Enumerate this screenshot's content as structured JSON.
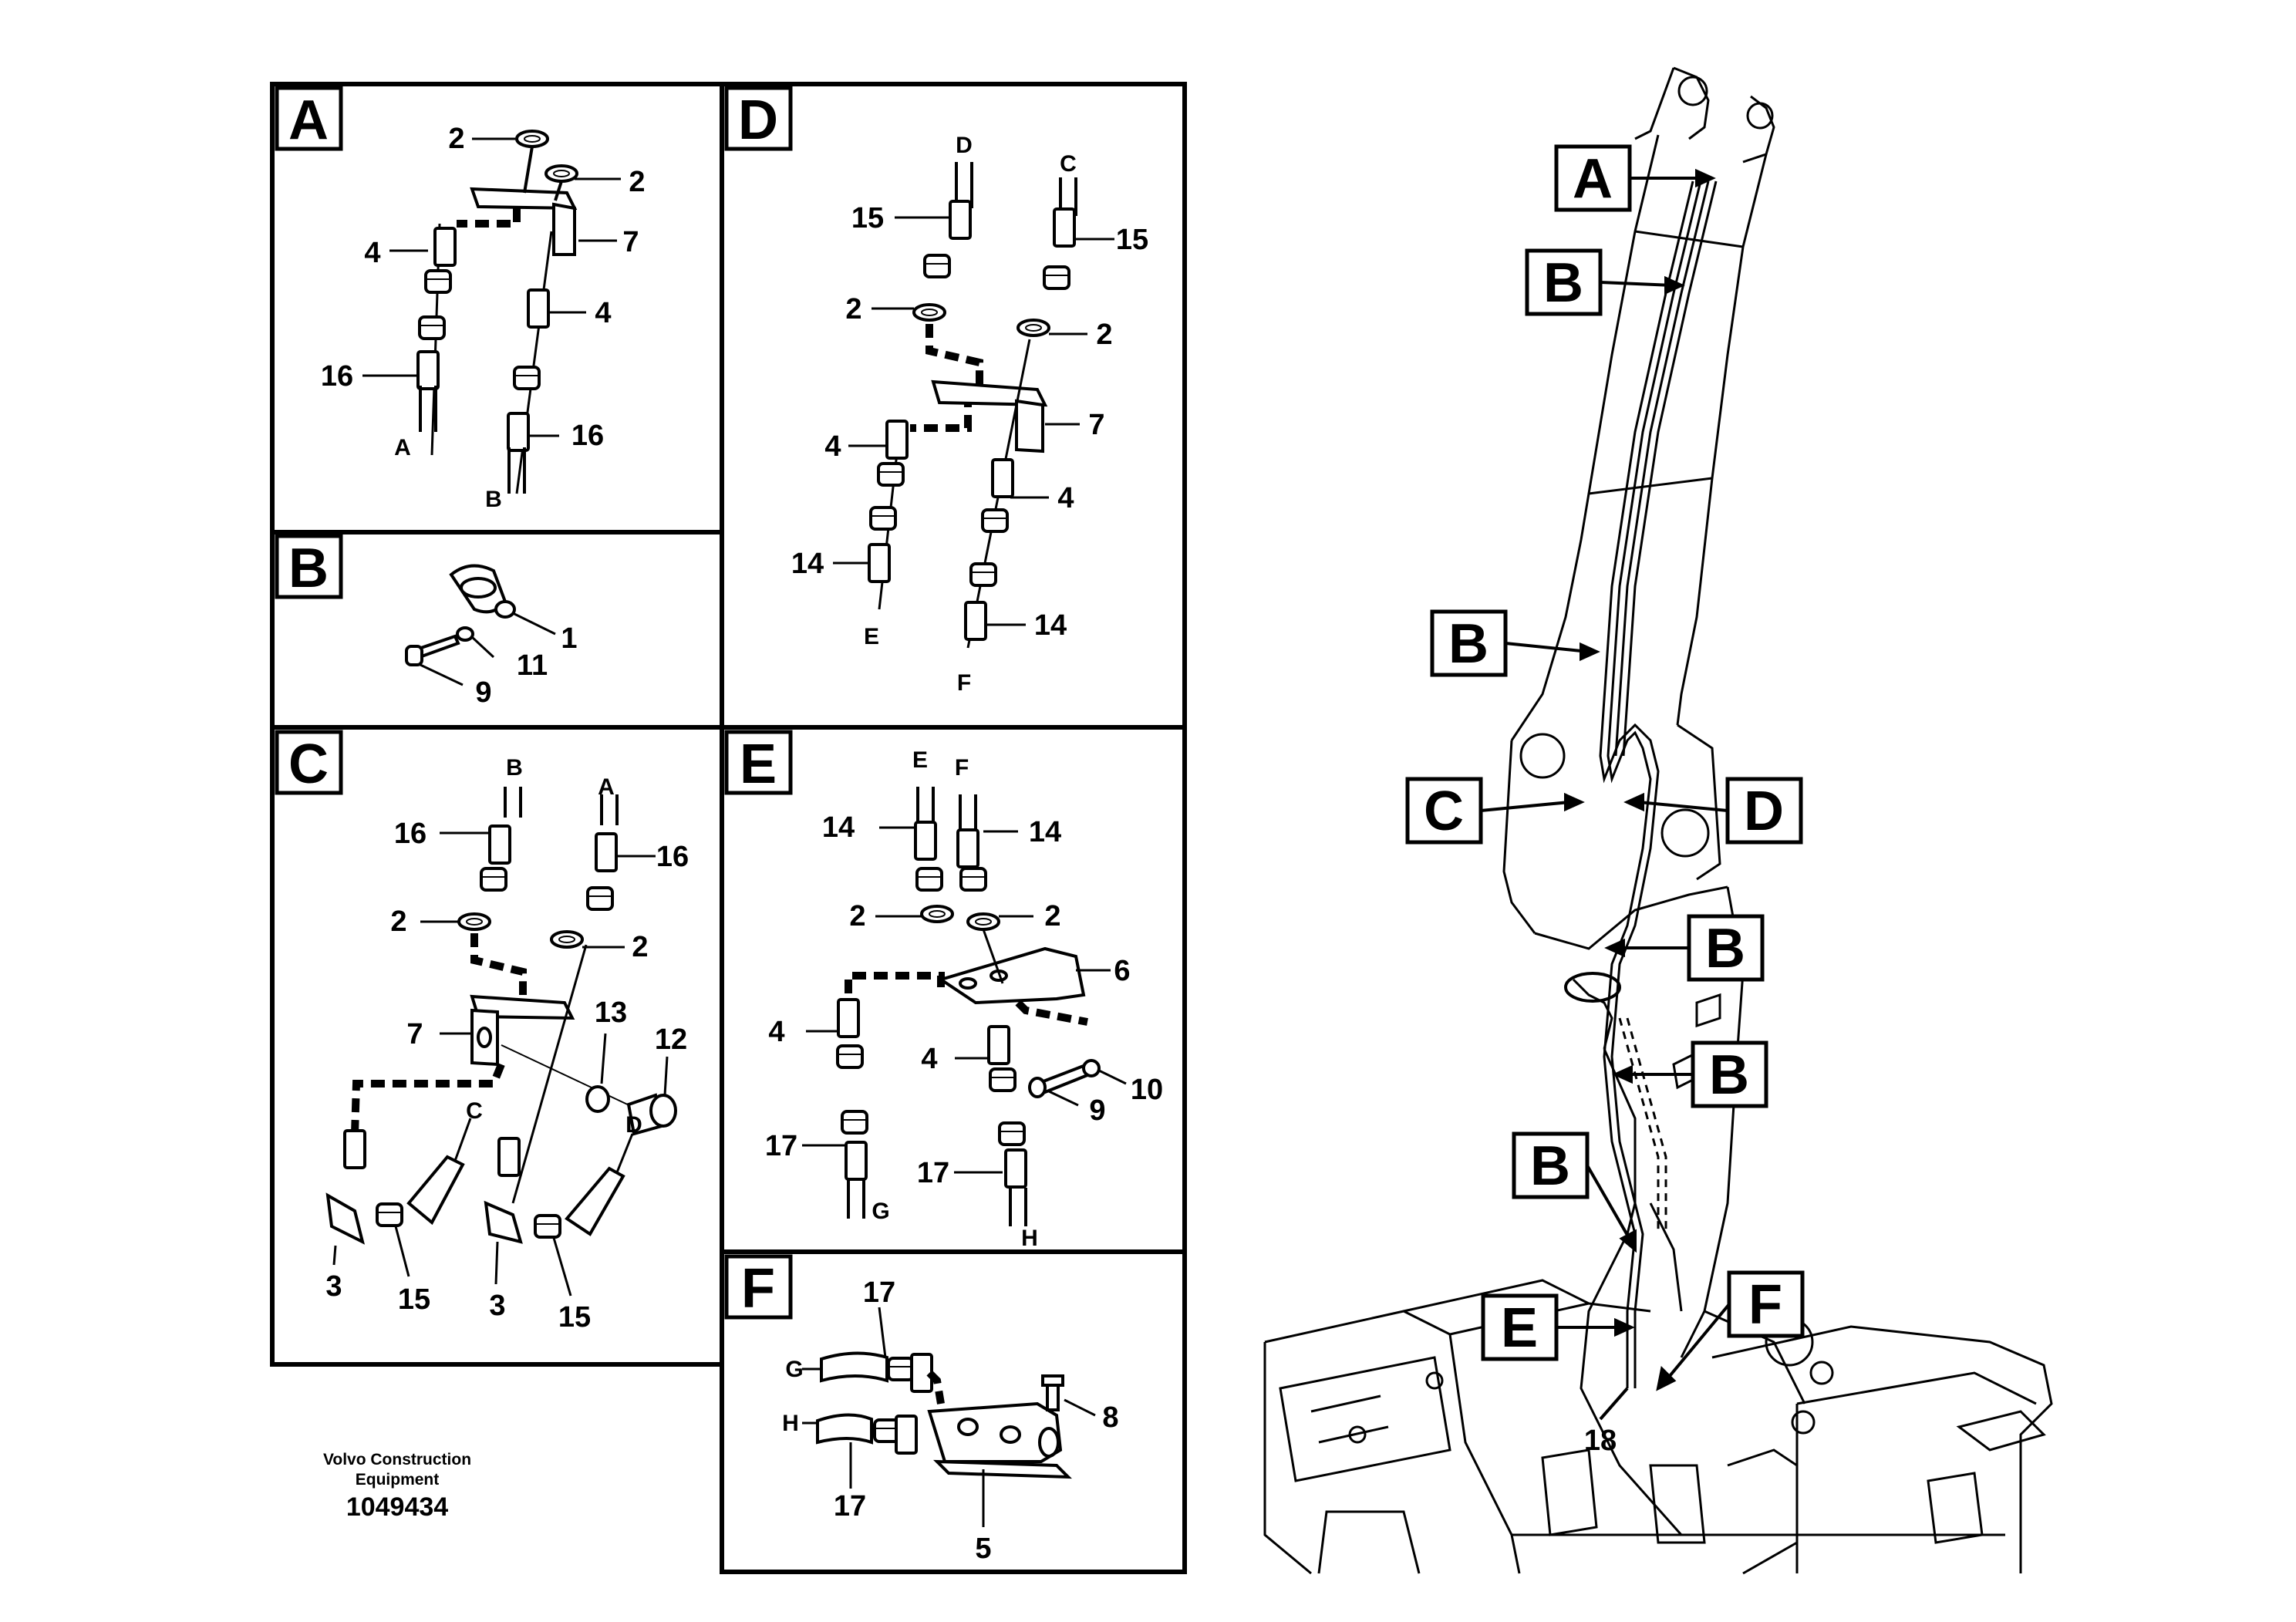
{
  "footer": {
    "caption": "Volvo Construction Equipment",
    "doc_number": "1049434"
  },
  "panels": {
    "A": {
      "label": "A",
      "callouts": [
        "2",
        "2",
        "7",
        "4",
        "4",
        "16",
        "16"
      ],
      "hose_ends": [
        "A",
        "B"
      ]
    },
    "B": {
      "label": "B",
      "callouts": [
        "1",
        "11",
        "9"
      ]
    },
    "C": {
      "label": "C",
      "callouts": [
        "16",
        "16",
        "2",
        "2",
        "7",
        "13",
        "12",
        "3",
        "15",
        "3",
        "15"
      ],
      "hose_ends": [
        "B",
        "A",
        "C",
        "D"
      ]
    },
    "D": {
      "label": "D",
      "callouts": [
        "15",
        "15",
        "2",
        "2",
        "7",
        "4",
        "4",
        "14",
        "14"
      ],
      "hose_ends": [
        "D",
        "C",
        "E",
        "F"
      ]
    },
    "E": {
      "label": "E",
      "callouts": [
        "14",
        "14",
        "2",
        "2",
        "6",
        "4",
        "4",
        "10",
        "9",
        "17",
        "17"
      ],
      "hose_ends": [
        "E",
        "F",
        "G",
        "H"
      ]
    },
    "F": {
      "label": "F",
      "callouts": [
        "17",
        "17",
        "8",
        "5"
      ],
      "hose_ends": [
        "G",
        "H"
      ]
    }
  },
  "overview": {
    "labels": [
      "A",
      "B",
      "B",
      "C",
      "D",
      "B",
      "B",
      "B",
      "E",
      "F"
    ],
    "part_callout": "18"
  }
}
